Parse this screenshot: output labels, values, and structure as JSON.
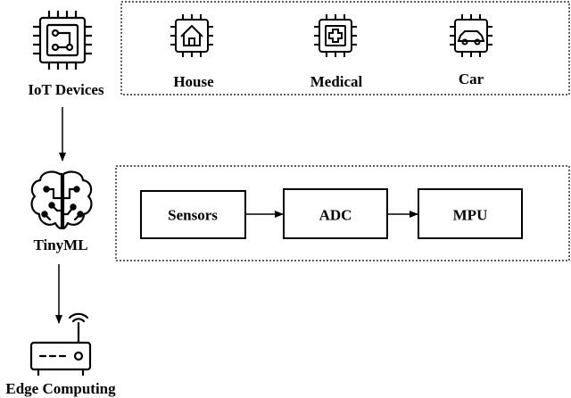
{
  "left_column": {
    "iot_devices": "IoT Devices",
    "tinyml": "TinyML",
    "edge_computing": "Edge Computing"
  },
  "device_group": {
    "house": "House",
    "medical": "Medical",
    "car": "Car"
  },
  "pipeline": {
    "sensors": "Sensors",
    "adc": "ADC",
    "mpu": "MPU"
  }
}
